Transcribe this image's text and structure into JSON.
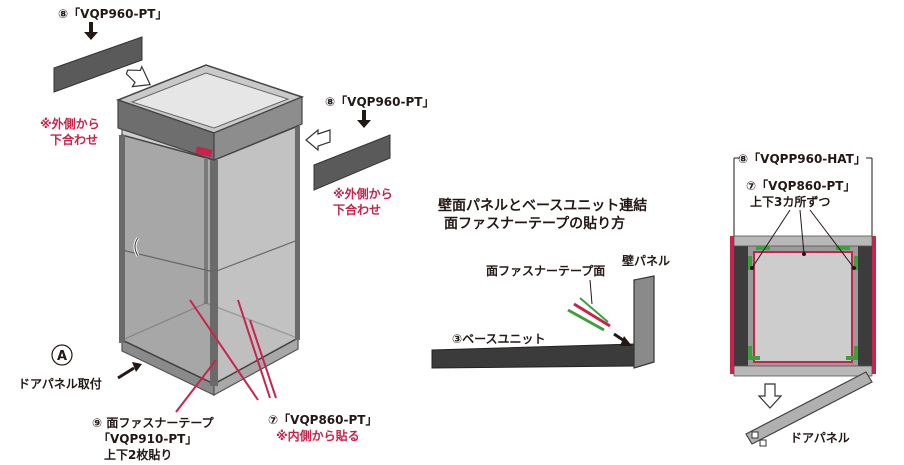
{
  "colors": {
    "accent": "#c8234b",
    "dark_panel": "#4d4d4d",
    "mid_gray": "#8a8a8a",
    "light_gray": "#c8c8c8",
    "green_tape": "#3ca03c",
    "text": "#231815"
  },
  "left": {
    "top_label": "⑧「VQP960-PT」",
    "right_label": "⑧「VQP960-PT」",
    "outside_note_left_1": "※外側から",
    "outside_note_left_2": "下合わせ",
    "outside_note_right_1": "※外側から",
    "outside_note_right_2": "下合わせ",
    "circle_a": "A",
    "door_label": "ドアパネル取付",
    "tape_label_1": "⑨ 面ファスナーテープ",
    "tape_label_2": "「VQP910-PT」",
    "tape_label_3": "上下2枚貼り",
    "corner_label": "⑦「VQP860-PT」",
    "corner_note": "※内側から貼る"
  },
  "middle": {
    "title_1": "壁面パネルとベースユニット連結",
    "title_2": "面ファスナーテープの貼り方",
    "tape_face": "面ファスナーテープ面",
    "wall_panel": "壁パネル",
    "base_unit": "③ベースユニット"
  },
  "right": {
    "top_label": "⑧「VQPP960-HAT」",
    "corner_label_1": "⑦「VQP860-PT」",
    "corner_label_2": "上下3カ所ずつ",
    "door_panel": "ドアパネル"
  }
}
